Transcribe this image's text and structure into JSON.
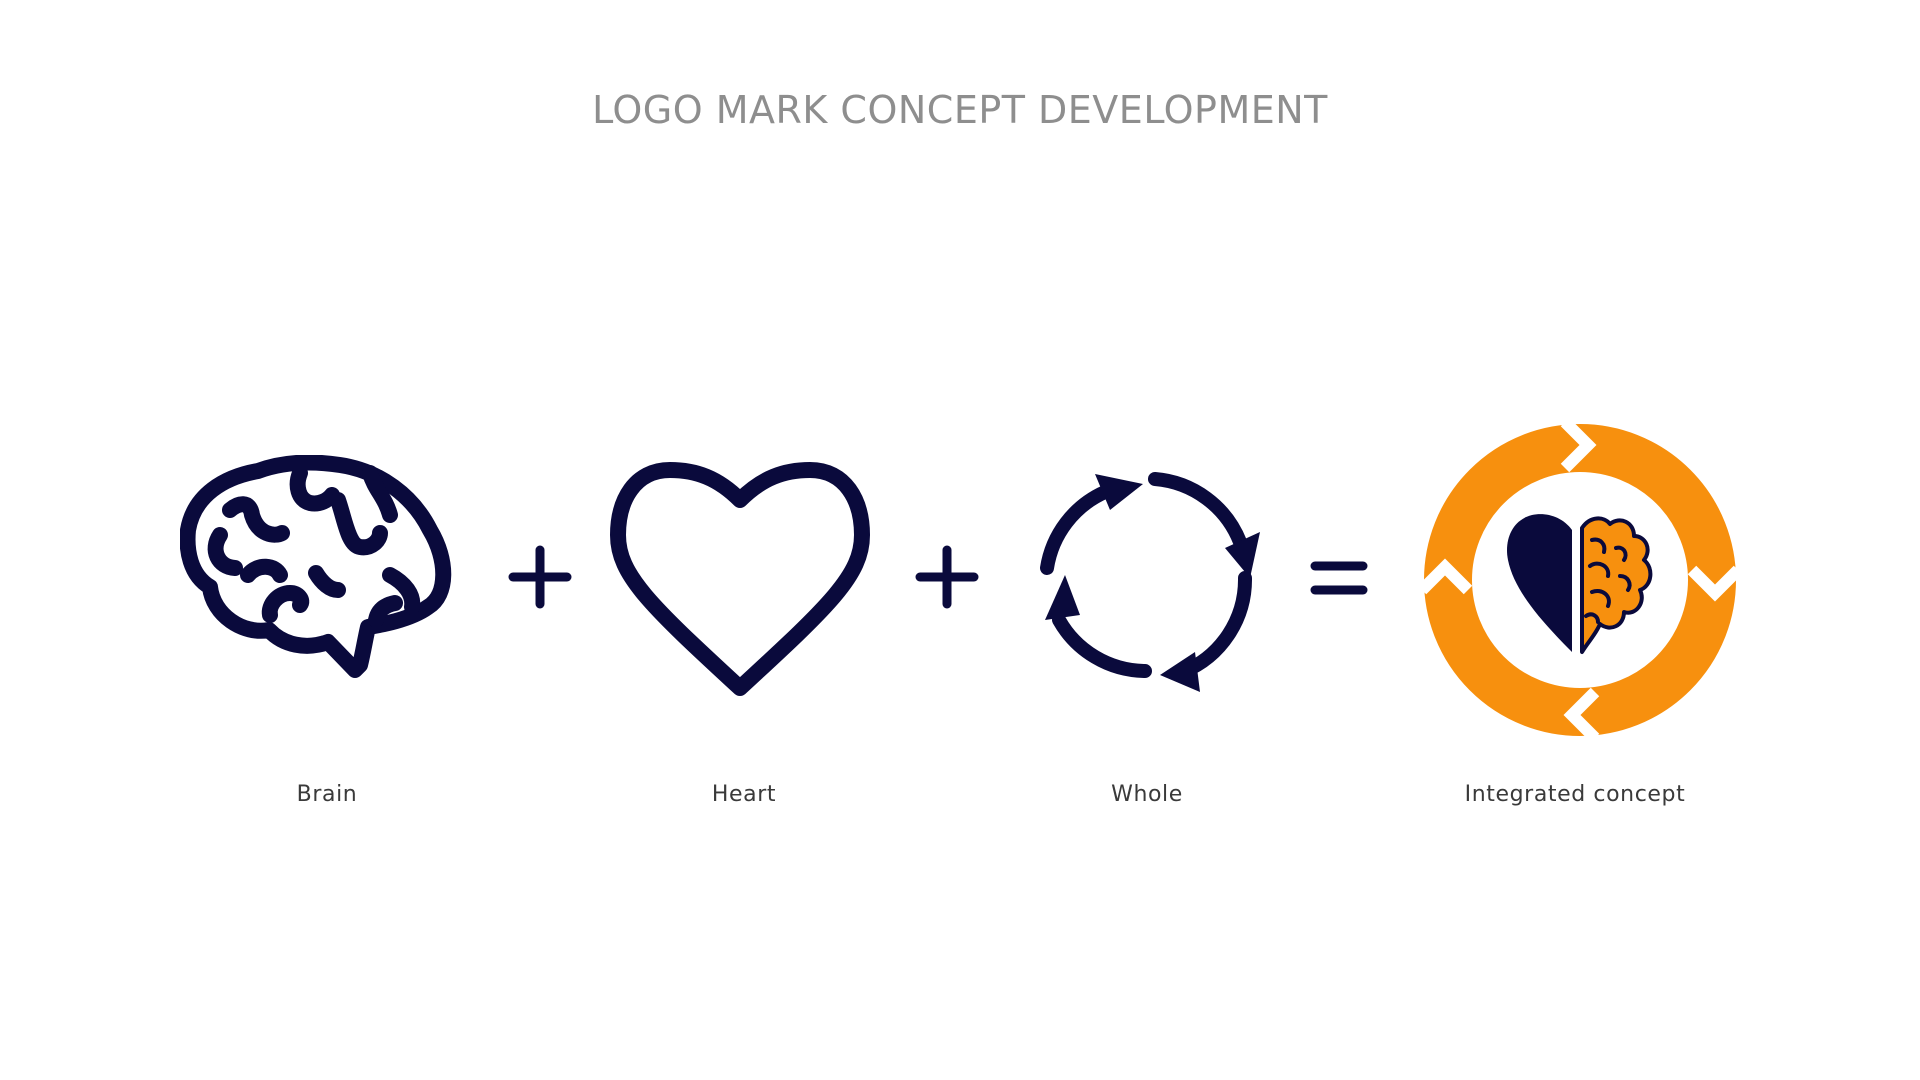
{
  "title": "LOGO MARK CONCEPT DEVELOPMENT",
  "colors": {
    "navy": "#0a0a3c",
    "orange": "#f7900e",
    "title_gray": "#8e8e8e",
    "label_gray": "#3a3a3a",
    "background": "#ffffff"
  },
  "concepts": [
    {
      "label": "Brain",
      "icon": "brain-icon"
    },
    {
      "label": "Heart",
      "icon": "heart-icon"
    },
    {
      "label": "Whole",
      "icon": "cycle-arrows-icon"
    },
    {
      "label": "Integrated concept",
      "icon": "integrated-logo-icon"
    }
  ],
  "operators": [
    "plus",
    "plus",
    "equals"
  ]
}
